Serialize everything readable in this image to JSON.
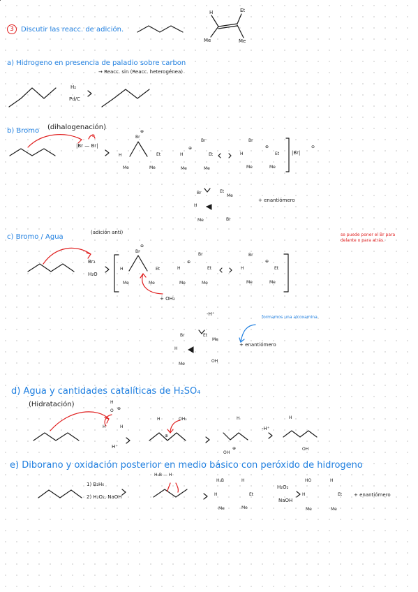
{
  "header": {
    "number": "3",
    "instruction": "Discutir las reacc. de adición.",
    "alkene_labels": {
      "h": "H",
      "et": "Et",
      "me1": "Me",
      "me2": "Me"
    }
  },
  "a": {
    "title": "a) Hidrogeno en presencia de paladio sobre carbon",
    "note": "→ Reacc. sin (Reacc. heterogénea)",
    "reagent_top": "H₂",
    "reagent_bottom": "Pd/C"
  },
  "b": {
    "title": "b) Bromo",
    "subtitle": "(dihalogenación)",
    "reagent": "|Br — Br|",
    "bromide": "|Br|",
    "product_note": "+ enantiómero",
    "labels": {
      "br": "Br",
      "h": "H",
      "me": "Me",
      "et": "Et",
      "plus": "⊕",
      "minus": "⊖"
    }
  },
  "c": {
    "title": "c) Bromo / Agua",
    "subtitle": "(adición anti)",
    "side_note": "se puede poner el Br para delante o para atrás.",
    "reagent_top": "Br₂",
    "reagent_bottom": "H₂O",
    "water": "+ OH₂",
    "deprot": "-H⁺",
    "blue_note": "formamos una alcoxamina",
    "product_note": "+ enantiómero",
    "labels": {
      "br": "Br",
      "h": "H",
      "me": "Me",
      "et": "Et",
      "oh": "OH",
      "plus": "⊕"
    }
  },
  "d": {
    "title": "d) Agua y cantidades catalíticas de H₂SO₄",
    "subtitle": "(Hidratación)",
    "reagent": "H⁺",
    "oh2": "OH₂",
    "deprot": "-H⁺",
    "labels": {
      "h": "H",
      "o": "O",
      "oh": "OH",
      "plus": "⊕"
    }
  },
  "e": {
    "title": "e) Diborano y oxidación posterior en medio básico con peróxido de hidrogeno",
    "step1": "1) B₂H₆",
    "step2": "2) H₂O₂, NaOH",
    "bh": "H₂B — H",
    "reagent_top": "H₂O₂",
    "reagent_bottom": "NaOH",
    "product_note": "+ enantiómero",
    "labels": {
      "h2b": "H₂B",
      "ho": "HO",
      "h": "H",
      "me": "Me",
      "et": "Et"
    }
  }
}
